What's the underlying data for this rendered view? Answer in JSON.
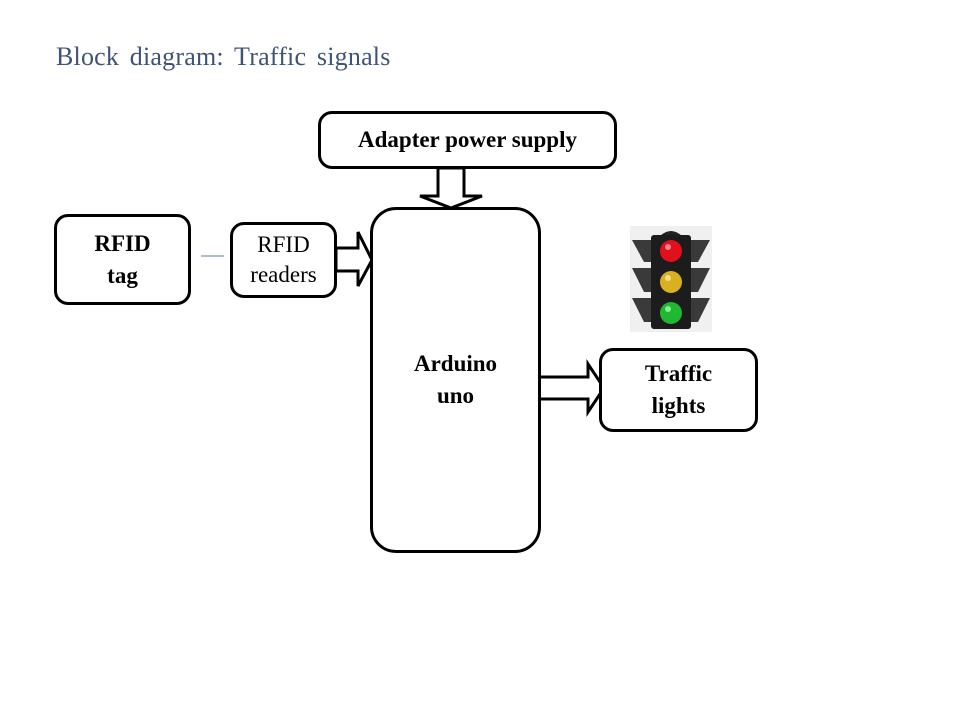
{
  "title": "Block diagram:  Traffic  signals",
  "blocks": {
    "power": {
      "label": "Adapter power supply"
    },
    "rfid_tag": {
      "line1": "RFID",
      "line2": "tag"
    },
    "rfid_readers": {
      "line1": "RFID",
      "line2": "readers"
    },
    "arduino": {
      "line1": "Arduino",
      "line2": "uno"
    },
    "traffic_lights": {
      "line1": "Traffic",
      "line2": "lights"
    }
  },
  "image": {
    "icon": "traffic-light-icon",
    "lamps": [
      "red",
      "yellow",
      "green"
    ]
  },
  "colors": {
    "title": "#3f5475",
    "connector": "#8fa9c8",
    "red": "#e0101c",
    "yellow": "#e8c020",
    "green": "#20c030"
  }
}
